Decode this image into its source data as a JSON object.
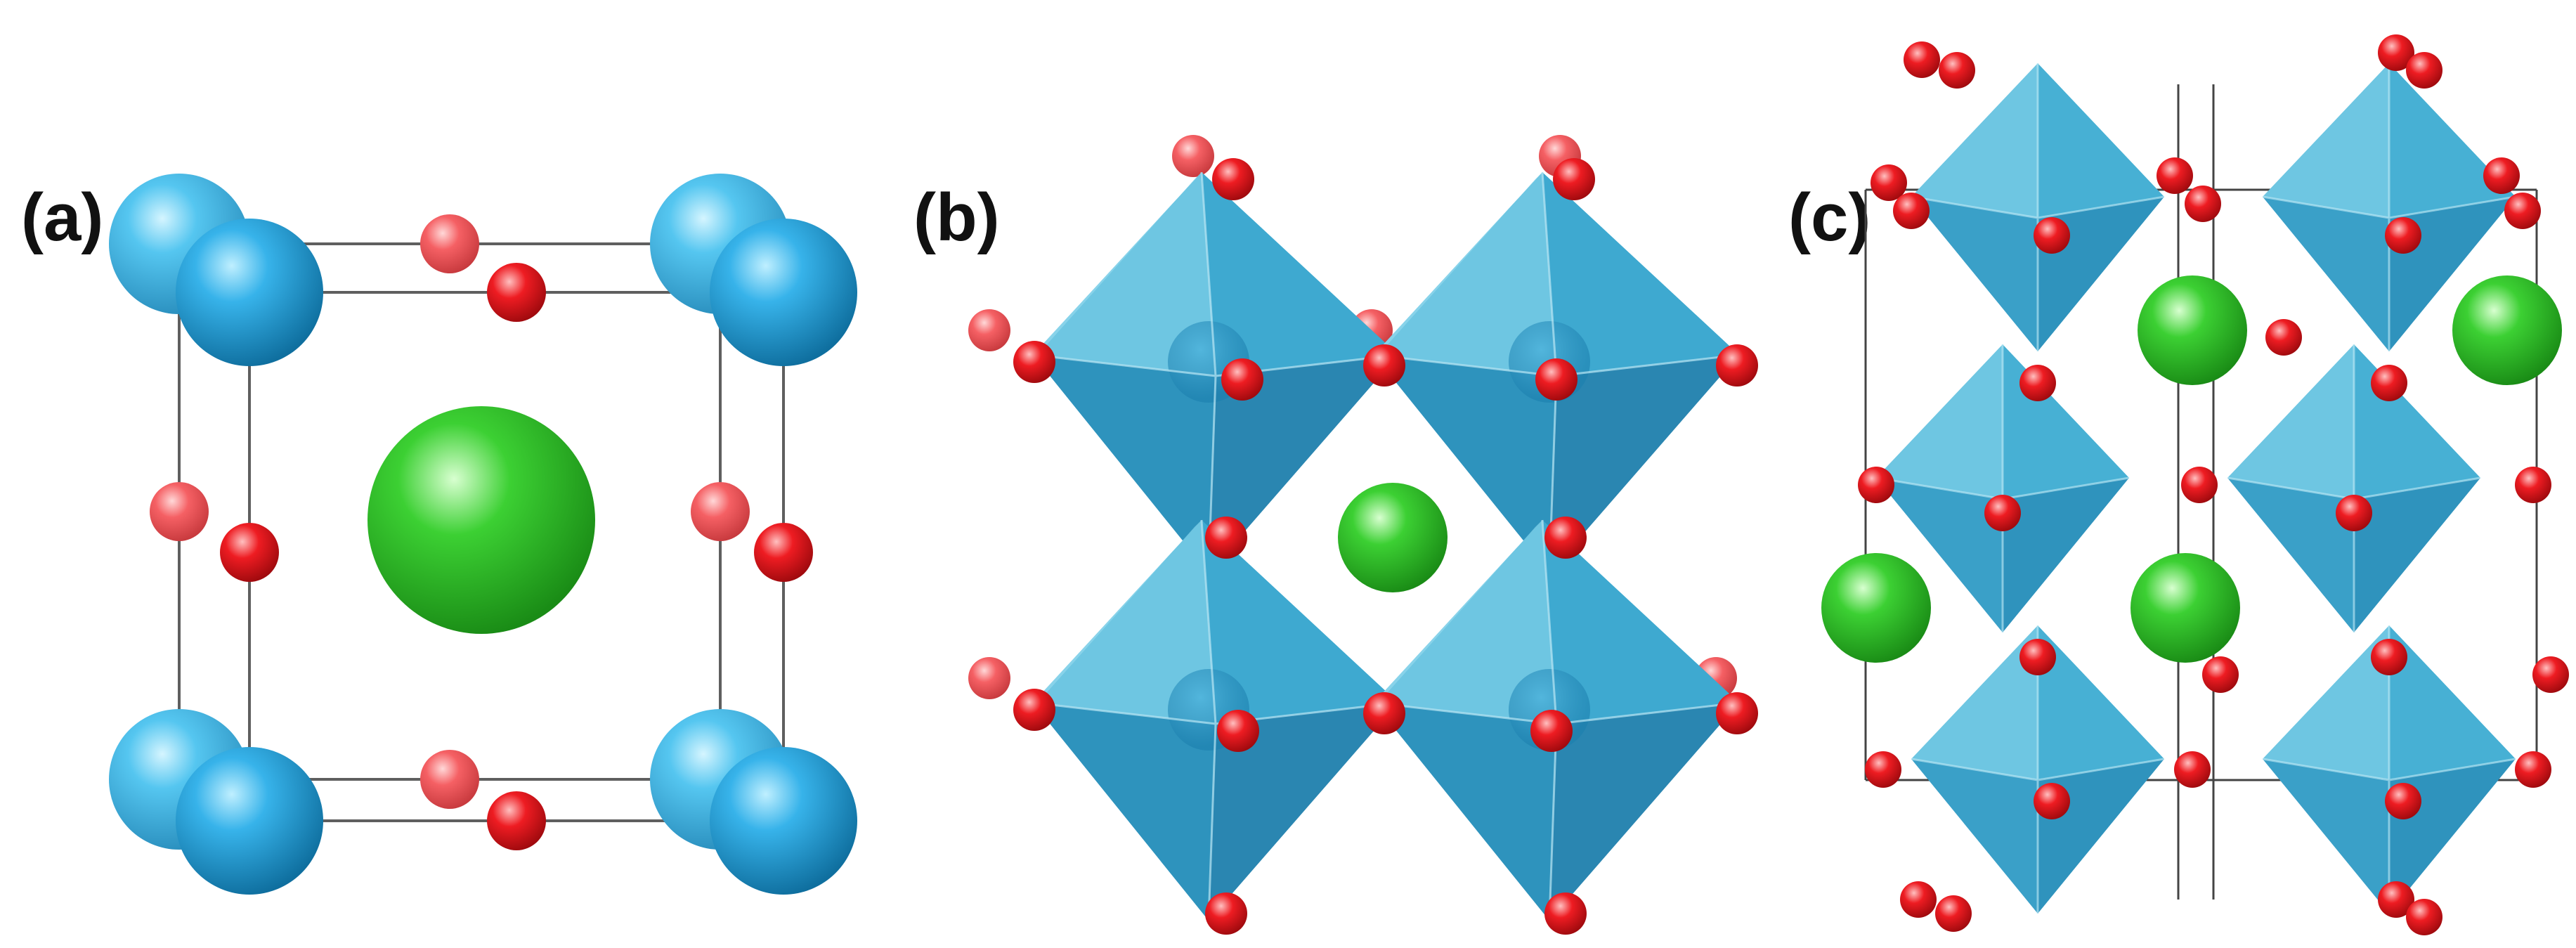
{
  "figure": {
    "panels": [
      {
        "label": "(a)"
      },
      {
        "label": "(b)"
      },
      {
        "label": "(c)"
      }
    ]
  },
  "colors": {
    "b_site_atom": "#1e9fd8",
    "a_site_atom": "#2fc22a",
    "oxygen_atom": "#e8141a",
    "octahedron": "#3aa6c8",
    "bond": "#666666",
    "label": "#111111"
  }
}
